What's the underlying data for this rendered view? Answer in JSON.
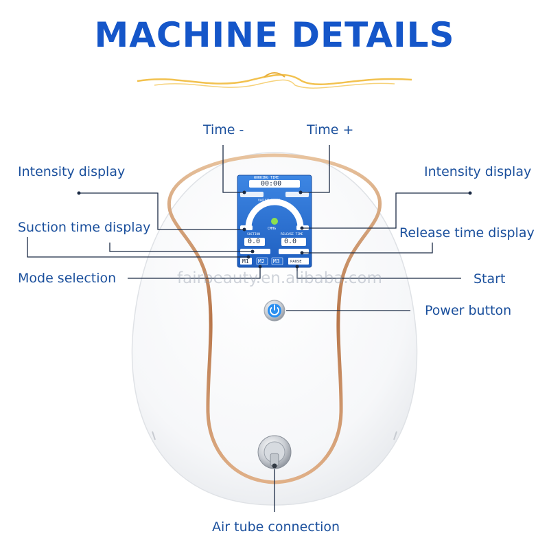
{
  "title": "MACHINE DETAILS",
  "colors": {
    "title": "#1556c9",
    "label": "#1a4f9c",
    "gold_trim": "#c98b5c",
    "screen_blue": "#2b73d6",
    "flourish": "#f2c14e"
  },
  "labels": {
    "time_minus": "Time -",
    "time_plus": "Time +",
    "intensity_display_left": "Intensity display",
    "intensity_display_right": "Intensity display",
    "suction_time_display": "Suction time display",
    "release_time_display": "Release time display",
    "mode_selection": "Mode selection",
    "start": "Start",
    "power_button": "Power button",
    "air_tube_connection": "Air tube connection"
  },
  "watermark": "fairbeauty.en.alibaba.com",
  "screen": {
    "working_time_label": "WORKING TIME",
    "timer": "00:00",
    "vacuum_meter_label": "VACUUM METER",
    "unit": "CMHG",
    "suction_label": "SUCTION",
    "release_label": "RELEASE TIME",
    "suction_value": "0.0",
    "release_value": "0.0",
    "modes": [
      "M1",
      "M2",
      "M3"
    ],
    "pause": "PAUSE"
  },
  "icons": [
    "power-icon",
    "air-nozzle-icon",
    "flourish-icon"
  ]
}
